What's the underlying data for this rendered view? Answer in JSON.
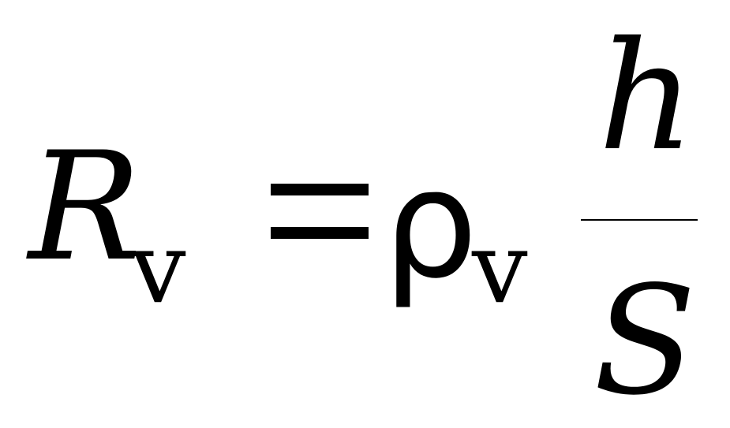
{
  "formula": {
    "lhs_symbol": "R",
    "lhs_subscript": "v",
    "coefficient_symbol": "ρ",
    "coefficient_subscript": "v",
    "numerator": "h",
    "denominator": "S"
  },
  "colors": {
    "ink": "#000000",
    "background": "#ffffff"
  }
}
